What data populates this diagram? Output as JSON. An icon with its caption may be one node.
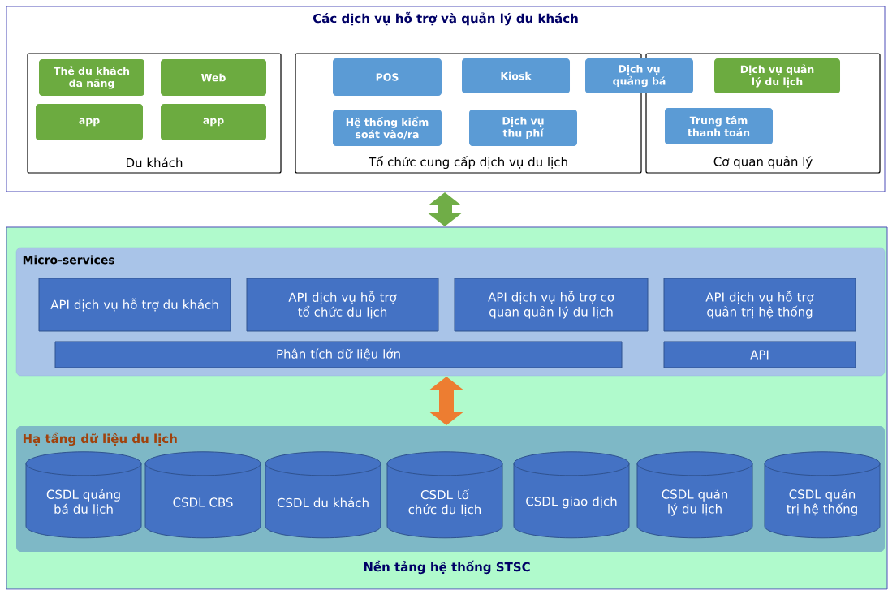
{
  "diagram": {
    "nodes": [
      {
        "text": [
          "Các dịch vụ hỗ trợ và quản lý du khách"
        ]
      },
      {
        "text": [
          "Du khách"
        ],
        "in": 0
      },
      {
        "text": [
          "Thẻ du khách đa năng"
        ],
        "in": 1
      },
      {
        "text": [
          "Web"
        ],
        "in": 1
      },
      {
        "text": [
          "app"
        ],
        "in": 1
      },
      {
        "text": [
          "app"
        ],
        "in": 1
      },
      {
        "text": [
          "Tổ chức cung cấp dịch vụ du lịch"
        ],
        "in": 0
      },
      {
        "text": [
          "POS"
        ],
        "in": 6
      },
      {
        "text": [
          "Kiosk"
        ],
        "in": 6
      },
      {
        "text": [
          "Dịch vụ quảng bá"
        ],
        "in": 0
      },
      {
        "text": [
          "Hệ thống kiểm soát vào/ra"
        ],
        "in": 6
      },
      {
        "text": [
          "Dịch vụ thu phí"
        ],
        "in": 6
      },
      {
        "text": [
          "Cơ quan quản lý"
        ],
        "in": 0
      },
      {
        "text": [
          "Dịch vụ quản lý du lịch"
        ],
        "in": 12
      },
      {
        "text": [
          "Trung tâm thanh toán"
        ],
        "in": 12
      },
      {
        "text": [
          "Nền tảng hệ thống STSC"
        ]
      },
      {
        "text": [
          "Micro-services"
        ],
        "in": 15
      },
      {
        "text": [
          "API dịch vụ hỗ trợ du khách"
        ],
        "in": 16
      },
      {
        "text": [
          "API dịch vụ hỗ trợ tổ chức du lịch"
        ],
        "in": 16
      },
      {
        "text": [
          "API dịch vụ hỗ trợ cơ quan quản lý du lịch"
        ],
        "in": 16
      },
      {
        "text": [
          "API dịch vụ hỗ trợ quản trị hệ thống"
        ],
        "in": 16
      },
      {
        "text": [
          "Phân tích dữ liệu lớn"
        ],
        "in": 16
      },
      {
        "text": [
          "API"
        ],
        "in": 16
      },
      {
        "text": [
          "Hạ tầng dữ liệu du lịch"
        ],
        "in": 15
      },
      {
        "text": [
          "CSDL quảng bá du lịch"
        ],
        "in": 23
      },
      {
        "text": [
          "CSDL CBS"
        ],
        "in": 23
      },
      {
        "text": [
          "CSDL du khách"
        ],
        "in": 23
      },
      {
        "text": [
          "CSDL tổ chức du lịch"
        ],
        "in": 23
      },
      {
        "text": [
          "CSDL giao dịch"
        ],
        "in": 23
      },
      {
        "text": [
          "CSDL quản lý du lịch"
        ],
        "in": 23
      },
      {
        "text": [
          "CSDL quản trị hệ thống"
        ],
        "in": 23
      }
    ],
    "edges": [
      {
        "from": 0,
        "to": 15,
        "arrow": "both",
        "color": "#70ad47"
      },
      {
        "from": 16,
        "to": 23,
        "arrow": "both",
        "color": "#ed7d31"
      }
    ]
  }
}
